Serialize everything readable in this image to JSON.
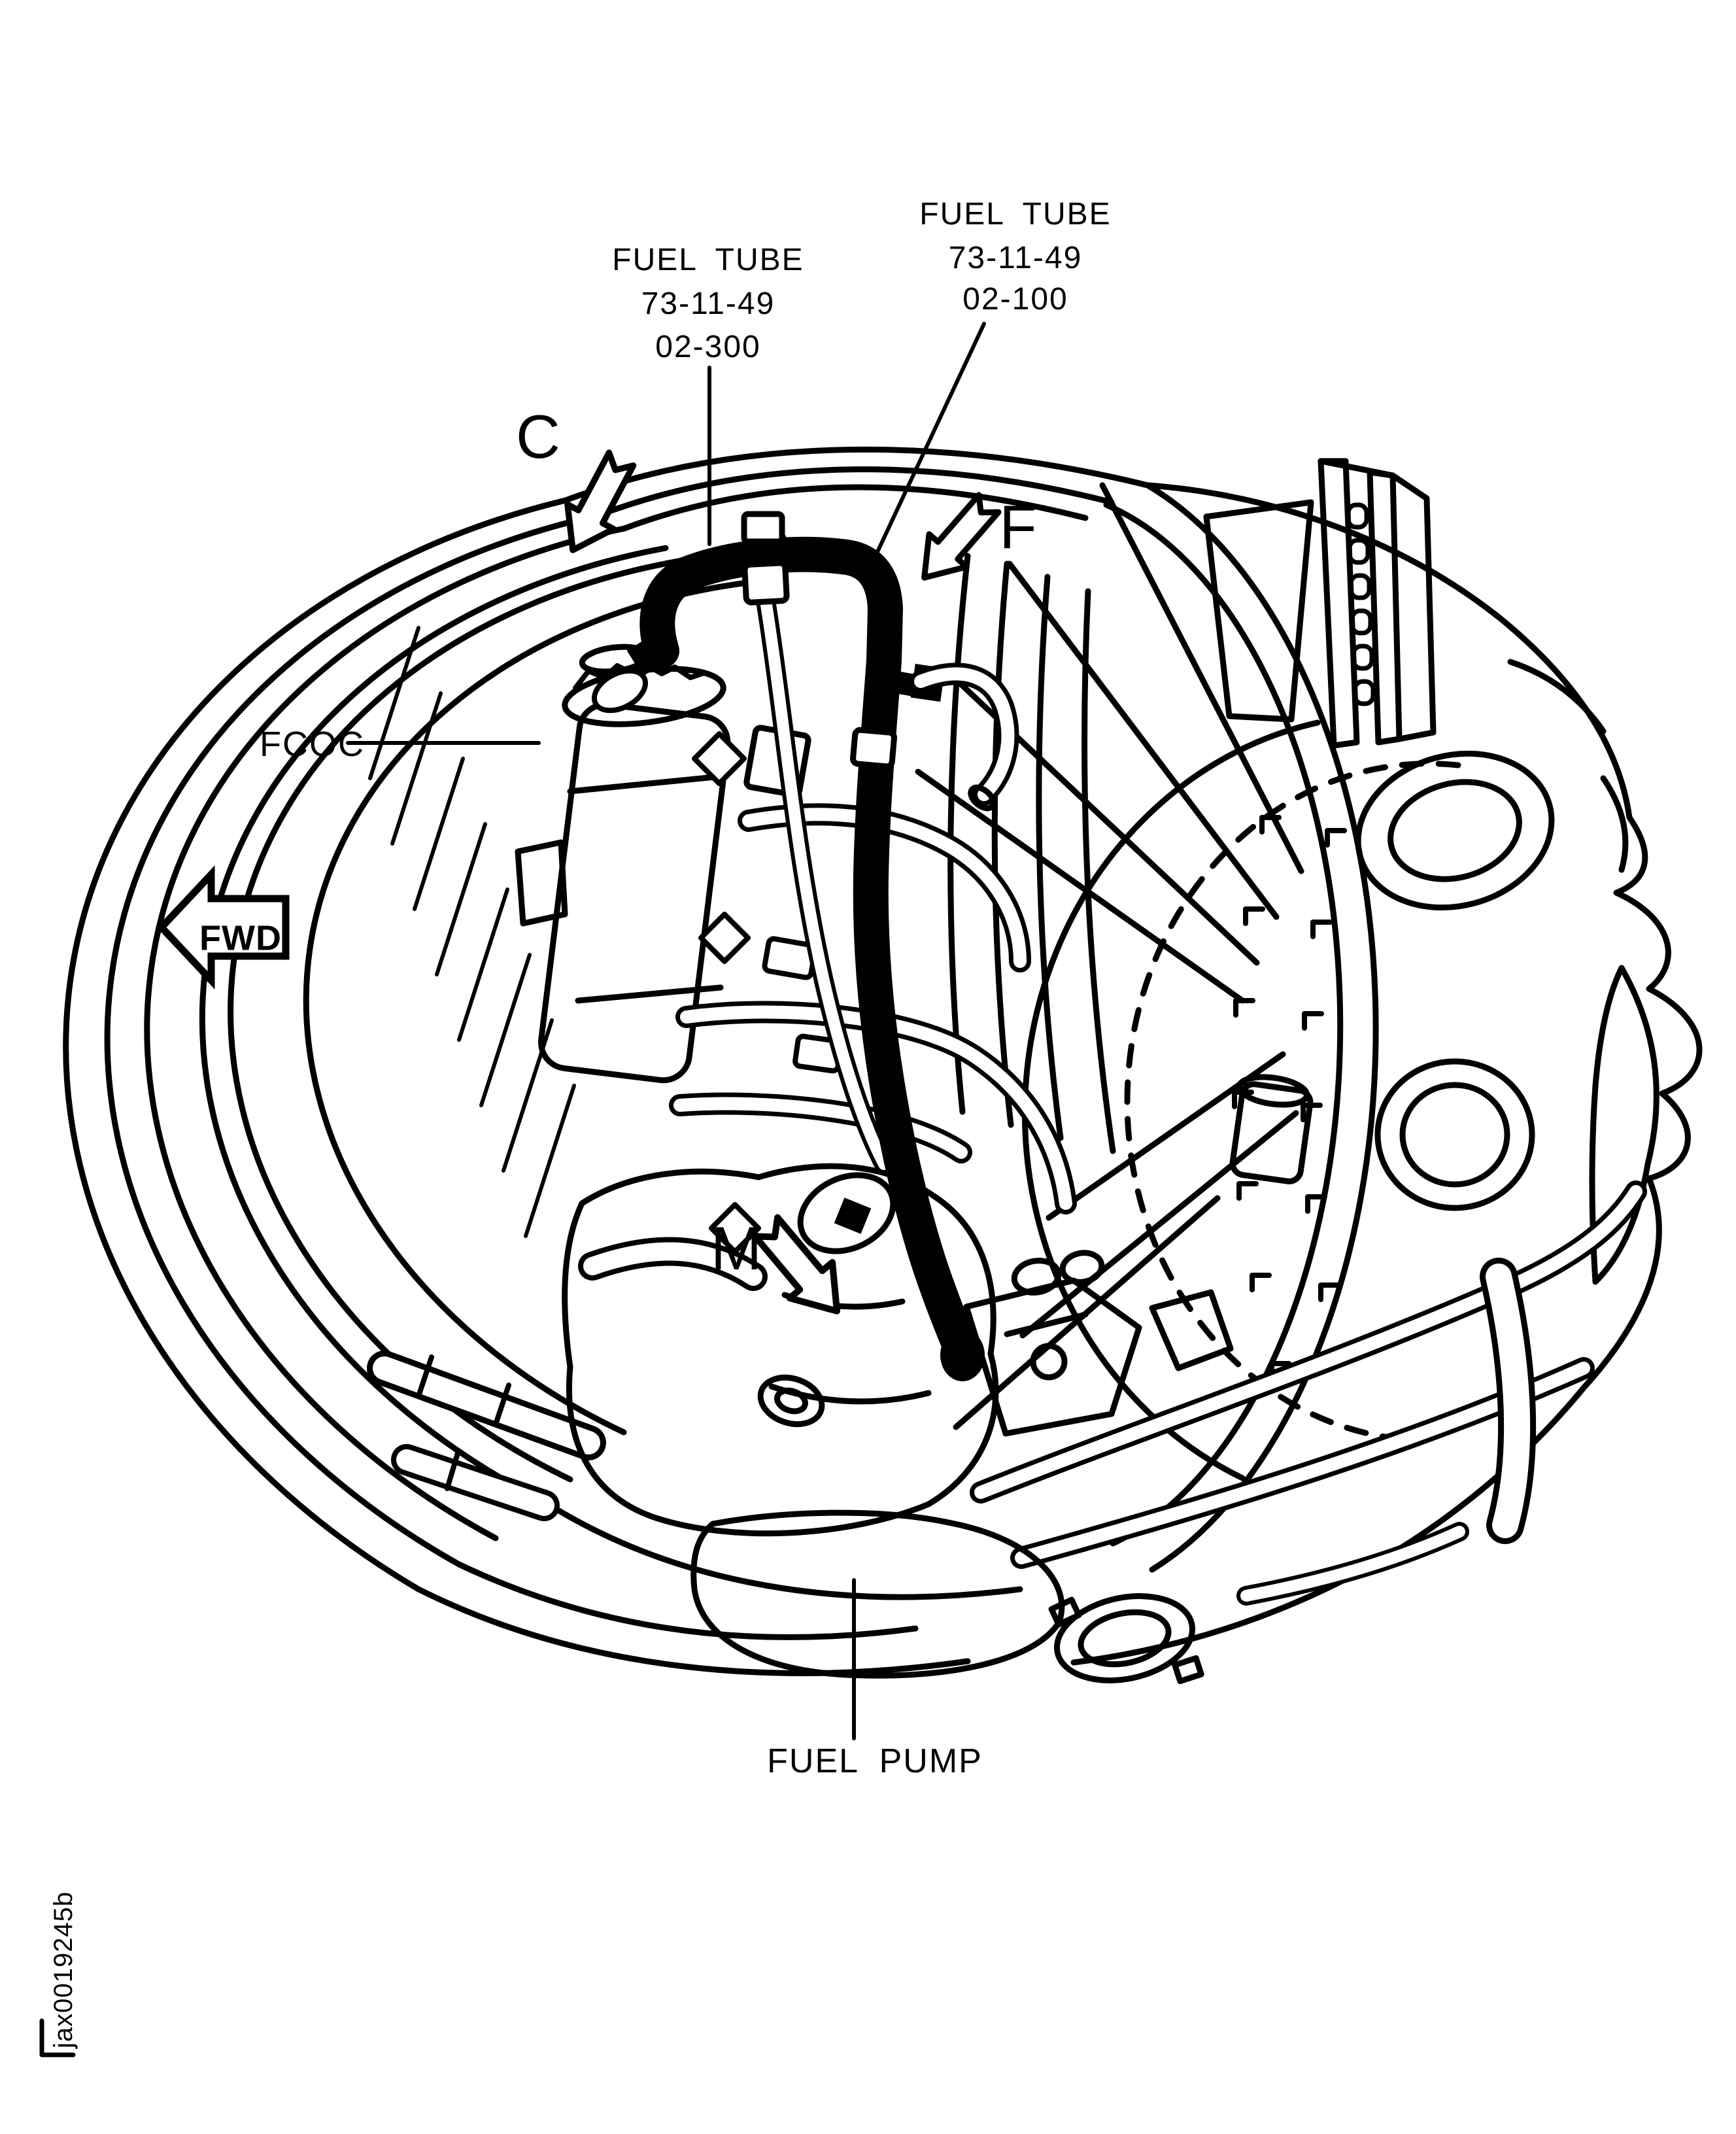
{
  "figure": {
    "type": "maintenance-manual illustration",
    "subject": "turbofan engine fuel system component locations",
    "labels": {
      "fuel_tube_left": {
        "title": "FUEL TUBE",
        "ata": "73-11-49",
        "item": "02-300"
      },
      "fuel_tube_right": {
        "title": "FUEL TUBE",
        "ata": "73-11-49",
        "item": "02-100"
      },
      "fcoc": "FCOC",
      "fuel_pump": "FUEL PUMP"
    },
    "view_arrows": {
      "c": "C",
      "f": "F",
      "m": "M"
    },
    "direction_arrow": {
      "label": "FWD",
      "points": "left"
    },
    "figure_id": "jax0019245b",
    "colors": {
      "ink": "#000000",
      "paper": "#ffffff",
      "highlight_tube": "#000000"
    }
  }
}
